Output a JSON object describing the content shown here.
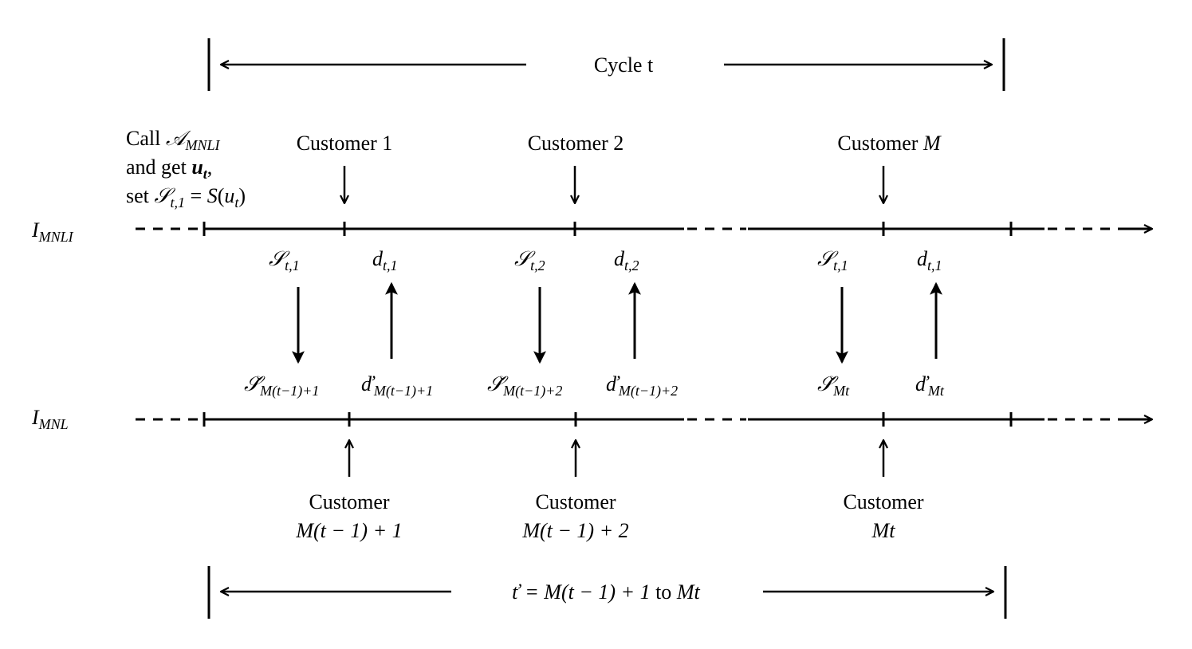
{
  "cycle": {
    "label": "Cycle t"
  },
  "call_block": {
    "line1_a": "Call ",
    "line1_b": "𝒜",
    "line1_sub": "MNLI",
    "line2_a": "and get ",
    "line2_b": "u",
    "line2_sub": "t",
    "line2_c": ",",
    "line3_a": "set ",
    "line3_b": "𝒮",
    "line3_sub": "t,1",
    "line3_c": " = ",
    "line3_d": "S",
    "line3_e": "(",
    "line3_f": "u",
    "line3_fsub": "t",
    "line3_g": ")"
  },
  "top_customers": [
    {
      "prefix": "Customer 1",
      "suffix": ""
    },
    {
      "prefix": "Customer 2",
      "suffix": ""
    },
    {
      "prefix": "Customer ",
      "suffix": "M"
    }
  ],
  "axes": {
    "top": {
      "main": "I",
      "sub": "MNLI"
    },
    "bottom": {
      "main": "I",
      "sub": "MNL"
    }
  },
  "mid_top_labels": [
    {
      "main": "𝒮",
      "sub": "t,1"
    },
    {
      "main": "d",
      "sub": "t,1"
    },
    {
      "main": "𝒮",
      "sub": "t,2"
    },
    {
      "main": "d",
      "sub": "t,2"
    },
    {
      "main": "𝒮",
      "sub": "t,1"
    },
    {
      "main": "d",
      "sub": "t,1"
    }
  ],
  "mid_bottom_labels": [
    {
      "main": "𝒮̌",
      "sub": "M(t−1)+1"
    },
    {
      "main": "ď",
      "sub": "M(t−1)+1"
    },
    {
      "main": "𝒮̌",
      "sub": "M(t−1)+2"
    },
    {
      "main": "ď",
      "sub": "M(t−1)+2"
    },
    {
      "main": "𝒮̌",
      "sub": "Mt"
    },
    {
      "main": "ď",
      "sub": "Mt"
    }
  ],
  "bottom_customers": [
    {
      "line1": "Customer",
      "line2": "M(t − 1) + 1"
    },
    {
      "line1": "Customer",
      "line2": "M(t − 1) + 2"
    },
    {
      "line1": "Customer",
      "line2": "Mt"
    }
  ],
  "tcheck": {
    "a": "ť = M(t − 1) + 1",
    "b": " to ",
    "c": "Mt"
  }
}
